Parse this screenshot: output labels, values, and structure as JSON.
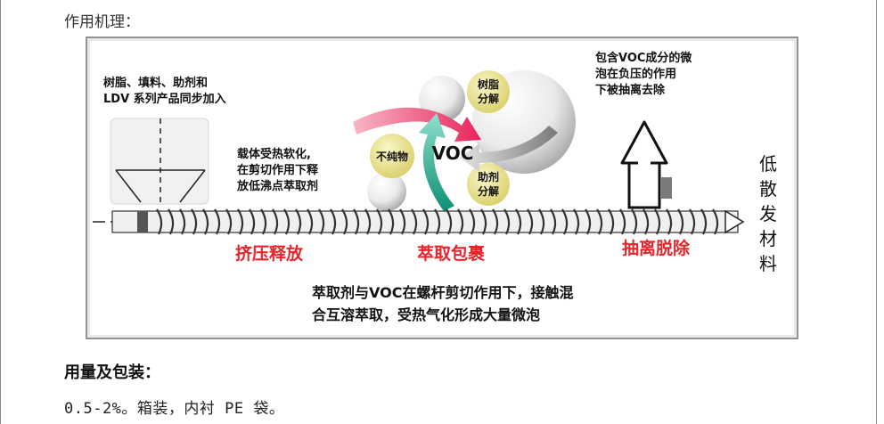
{
  "section_mechanism_title": "作用机理：",
  "figure": {
    "input_label_1": "树脂、填料、助剂和",
    "input_label_2": "LDV 系列产品同步加入",
    "carrier_1": "载体受热软化,",
    "carrier_2": "在剪切作用下释",
    "carrier_3": "放低沸点萃取剂",
    "bubble_impurity": "不纯物",
    "voc": "VOC",
    "bubble_resin_1": "树脂",
    "bubble_resin_2": "分解",
    "bubble_additive_1": "助剂",
    "bubble_additive_2": "分解",
    "removal_1": "包含VOC成分的微",
    "removal_2": "泡在负压的作用",
    "removal_3": "下被抽离去除",
    "low_voc_chars": [
      "低",
      "散",
      "发",
      "材",
      "料"
    ],
    "stage_1": "挤压释放",
    "stage_2": "萃取包裹",
    "stage_3": "抽离脱除",
    "bottom_1": "萃取剂与VOC在螺杆剪切作用下，接触混",
    "bottom_2": "合互溶萃取，受热气化形成大量微泡",
    "colors": {
      "stage_red": "#e8242a",
      "arrow_pink": "#ea3b6e",
      "arrow_teal": "#1fa68e",
      "bubble_yellow": "#e9e08a"
    }
  },
  "section_usage_title": "用量及包装：",
  "usage_text": "0.5-2%。箱装，内衬 PE 袋。"
}
